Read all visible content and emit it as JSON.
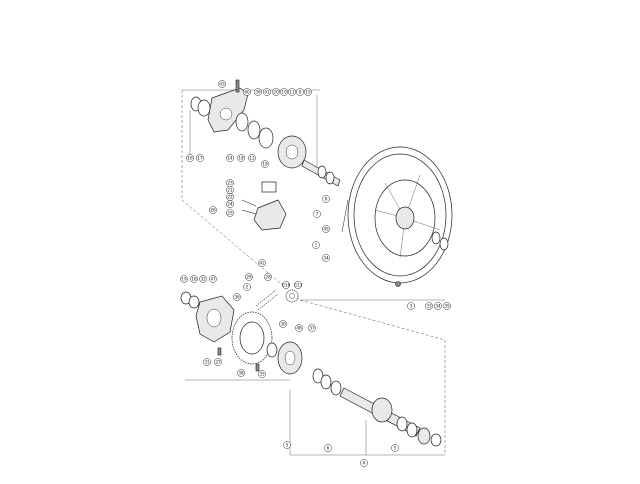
{
  "callouts": {
    "upper": [
      "43",
      "40",
      "39",
      "41",
      "20",
      "10",
      "11",
      "9",
      "15",
      "16",
      "17",
      "14",
      "18",
      "12",
      "19",
      "23",
      "21",
      "22",
      "24",
      "25",
      "26",
      "8",
      "7",
      "45",
      "1",
      "34",
      "3",
      "33",
      "34",
      "35"
    ],
    "lower": [
      "19",
      "18",
      "32",
      "47",
      "29",
      "42",
      "28",
      "G16",
      "G13",
      "36",
      "2",
      "30",
      "46",
      "37",
      "31",
      "27",
      "38",
      "35",
      "5",
      "5",
      "6",
      "4"
    ]
  }
}
